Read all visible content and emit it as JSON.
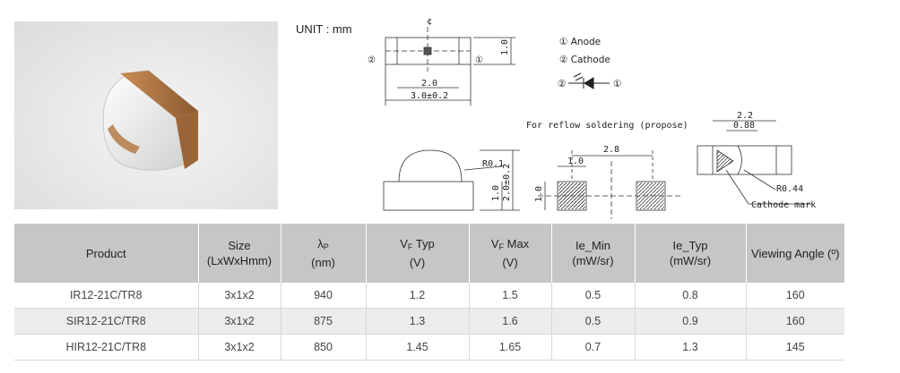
{
  "unit_label": "UNIT : mm",
  "legend": {
    "anode": "① Anode",
    "cathode": "② Cathode",
    "num1": "①",
    "num2": "②"
  },
  "dims": {
    "top_width": "1.0",
    "inner_len": "2.0",
    "total_len": "3.0±0.2",
    "side_r": "R0.1",
    "side_h1": "1.0",
    "side_h2": "2.0±0.2",
    "pad_pitch": "2.8",
    "pad_w": "1.0",
    "pad_h": "1.0",
    "fp_total": "2.2",
    "fp_inner": "0.88",
    "fp_r": "R0.44",
    "cathode_mark": "Cathode mark",
    "center_mark": "¢"
  },
  "reflow_label": "For reflow soldering (propose)",
  "table": {
    "headers": [
      {
        "main": "Product",
        "sub": "",
        "unit": ""
      },
      {
        "main": "Size",
        "sub": "",
        "unit": "(LxWxHmm)"
      },
      {
        "main": "λ",
        "sub": "P",
        "unit": "(nm)"
      },
      {
        "main": "V",
        "sub": "F",
        "tail": " Typ",
        "unit": "(V)"
      },
      {
        "main": "V",
        "sub": "F",
        "tail": "  Max",
        "unit": "(V)"
      },
      {
        "main": "Ie_Min",
        "sub": "",
        "unit": "(mW/sr)"
      },
      {
        "main": "Ie_Typ",
        "sub": "",
        "unit": "(mW/sr)"
      },
      {
        "main": "Viewing Angle (º)",
        "sub": "",
        "unit": ""
      }
    ],
    "rows": [
      [
        "IR12-21C/TR8",
        "3x1x2",
        "940",
        "1.2",
        "1.5",
        "0.5",
        "0.8",
        "160"
      ],
      [
        "SIR12-21C/TR8",
        "3x1x2",
        "875",
        "1.3",
        "1.6",
        "0.5",
        "0.9",
        "160"
      ],
      [
        "HIR12-21C/TR8",
        "3x1x2",
        "850",
        "1.45",
        "1.65",
        "0.7",
        "1.3",
        "145"
      ]
    ]
  }
}
